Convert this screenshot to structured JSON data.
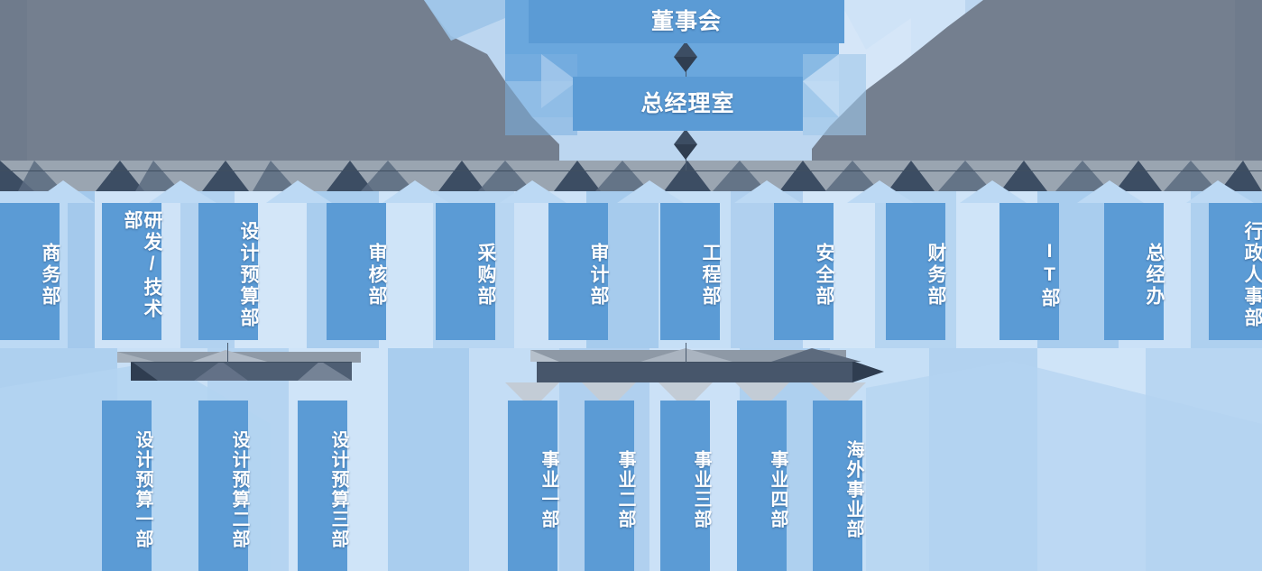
{
  "chart_title": "",
  "colors": {
    "node_fill": "#5b9bd5",
    "node_fill_alt": "#4f93d1",
    "backdrop_gray": "#737f8f",
    "backdrop_gray_light": "#9aa5b1",
    "backdrop_blue_pale": "#d3e3f5",
    "backdrop_blue_mid": "#a8cbec",
    "backdrop_blue_deep": "#6aa7dd",
    "connector_dark": "#39475a",
    "text": "#ffffff"
  },
  "levels": {
    "level1": {
      "label": "董事会",
      "orientation": "horizontal"
    },
    "level2": {
      "label": "总经理室",
      "orientation": "horizontal"
    },
    "level3": {
      "orientation": "vertical",
      "items": [
        {
          "label": "商务部"
        },
        {
          "label": "研发/技术部"
        },
        {
          "label": "设计预算部"
        },
        {
          "label": "审核部"
        },
        {
          "label": "采购部"
        },
        {
          "label": "审计部"
        },
        {
          "label": "工程部"
        },
        {
          "label": "安全部"
        },
        {
          "label": "财务部"
        },
        {
          "label": "IT部"
        },
        {
          "label": "总经办"
        },
        {
          "label": "行政人事部"
        }
      ]
    },
    "level4_design": {
      "parent": "设计预算部",
      "orientation": "vertical",
      "items": [
        {
          "label": "设计预算一部"
        },
        {
          "label": "设计预算二部"
        },
        {
          "label": "设计预算三部"
        }
      ]
    },
    "level4_business": {
      "parent": "工程部",
      "orientation": "vertical",
      "items": [
        {
          "label": "事业一部"
        },
        {
          "label": "事业二部"
        },
        {
          "label": "事业三部"
        },
        {
          "label": "事业四部"
        },
        {
          "label": "海外事业部"
        }
      ]
    }
  }
}
